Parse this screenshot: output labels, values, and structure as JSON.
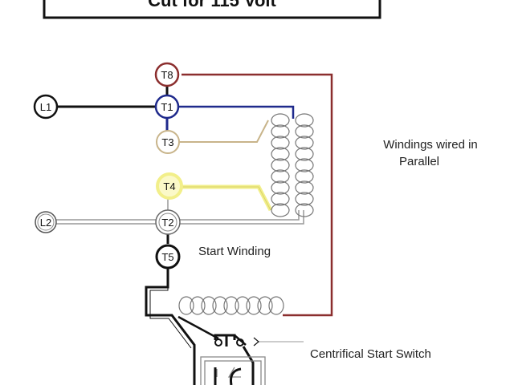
{
  "title": "Cut for 115 Volt",
  "terminals": {
    "l1": "L1",
    "l2": "L2",
    "t8": "T8",
    "t1": "T1",
    "t3": "T3",
    "t4": "T4",
    "t2": "T2",
    "t5": "T5"
  },
  "labels": {
    "windings": [
      "Windings wired in",
      "Parallel"
    ],
    "start_winding": "Start Winding",
    "switch": "Centrifical Start Switch"
  },
  "colors": {
    "wire_black": "#111111",
    "wire_blue": "#1f2a8c",
    "wire_red": "#8b2e2e",
    "wire_tan": "#c8b48a",
    "wire_yellow": "#f2ef8a",
    "wire_gray": "#999999"
  }
}
